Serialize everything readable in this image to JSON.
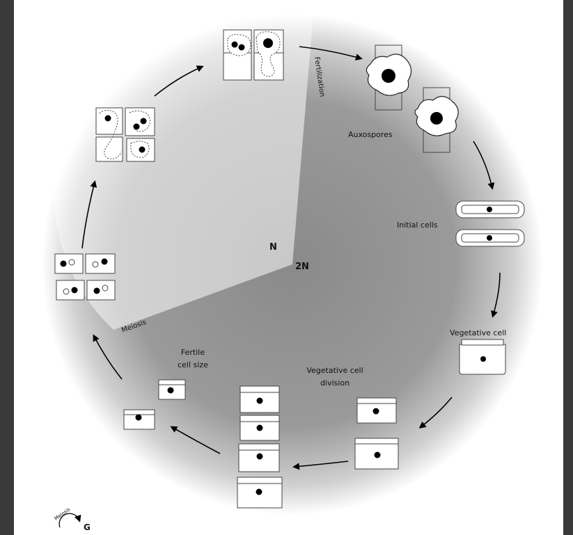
{
  "labels": {
    "haploid": "N",
    "diploid": "2N",
    "fertilization": "Fertilization",
    "auxospores": "Auxospores",
    "initial_cells": "Initial cells",
    "vegetative_cell": "Vegetative cell",
    "vegetative_division_line1": "Vegetative cell",
    "vegetative_division_line2": "division",
    "fertile_line1": "Fertile",
    "fertile_line2": "cell size",
    "meiosis": "Meiosis",
    "logo_meiosis": "Meiosis",
    "logo_g": "G"
  },
  "colors": {
    "frame": "#3a3a3a",
    "page": "#ffffff",
    "diploid_shade": "#8a8a8a",
    "haploid_shade": "#c8c8c8"
  }
}
